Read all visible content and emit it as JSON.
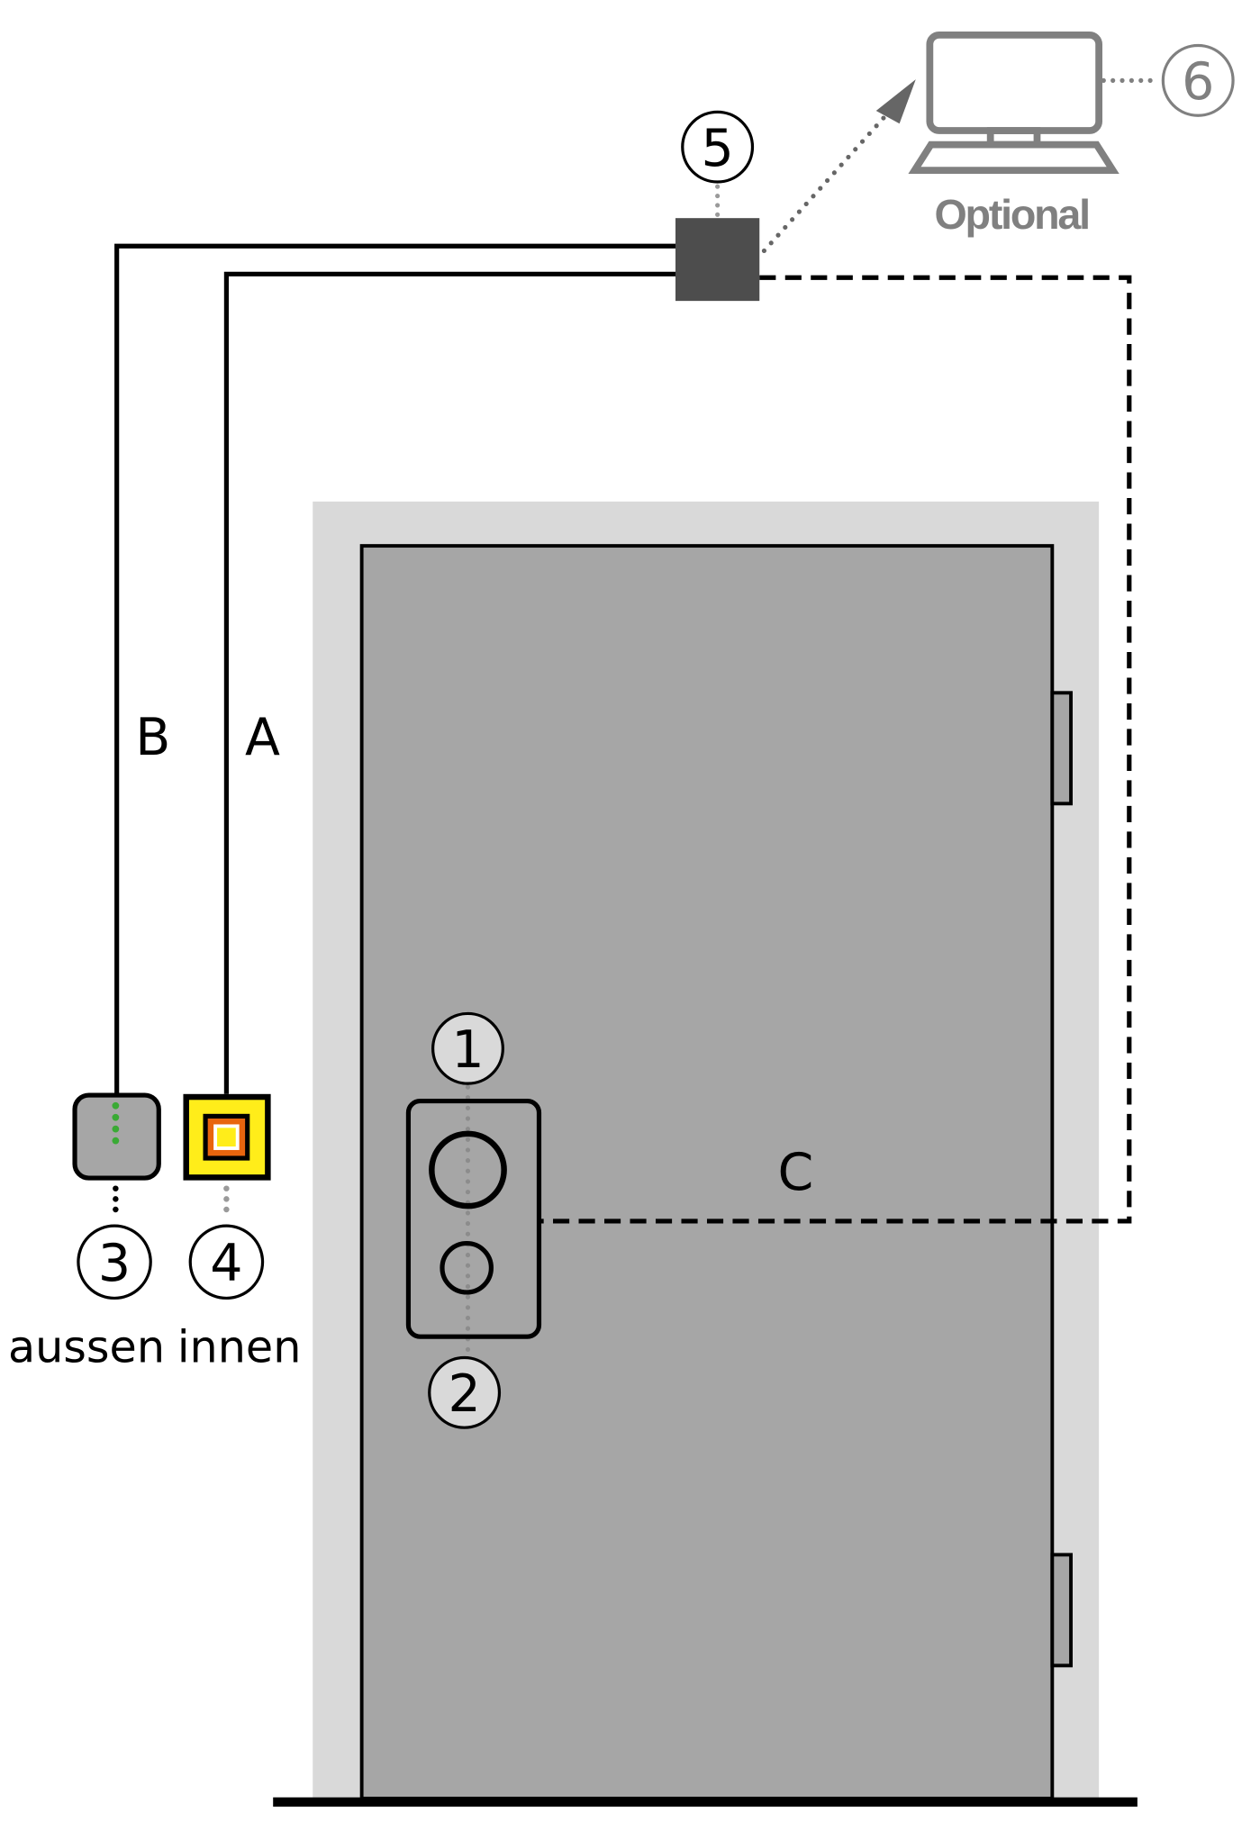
{
  "callouts": {
    "n1": "1",
    "n2": "2",
    "n3": "3",
    "n4": "4",
    "n5": "5",
    "n6": "6"
  },
  "wire_labels": {
    "a": "A",
    "b": "B",
    "c": "C"
  },
  "device_labels": {
    "outside": "aussen",
    "inside": "innen"
  },
  "optional_label": "Optional",
  "colors": {
    "frame": "#d9d9d9",
    "door": "#a6a6a6",
    "controller": "#4d4d4d",
    "optional_gray": "#808080",
    "led_green": "#3aaa35",
    "button_yellow": "#ffed1a",
    "button_orange": "#e8650e"
  }
}
